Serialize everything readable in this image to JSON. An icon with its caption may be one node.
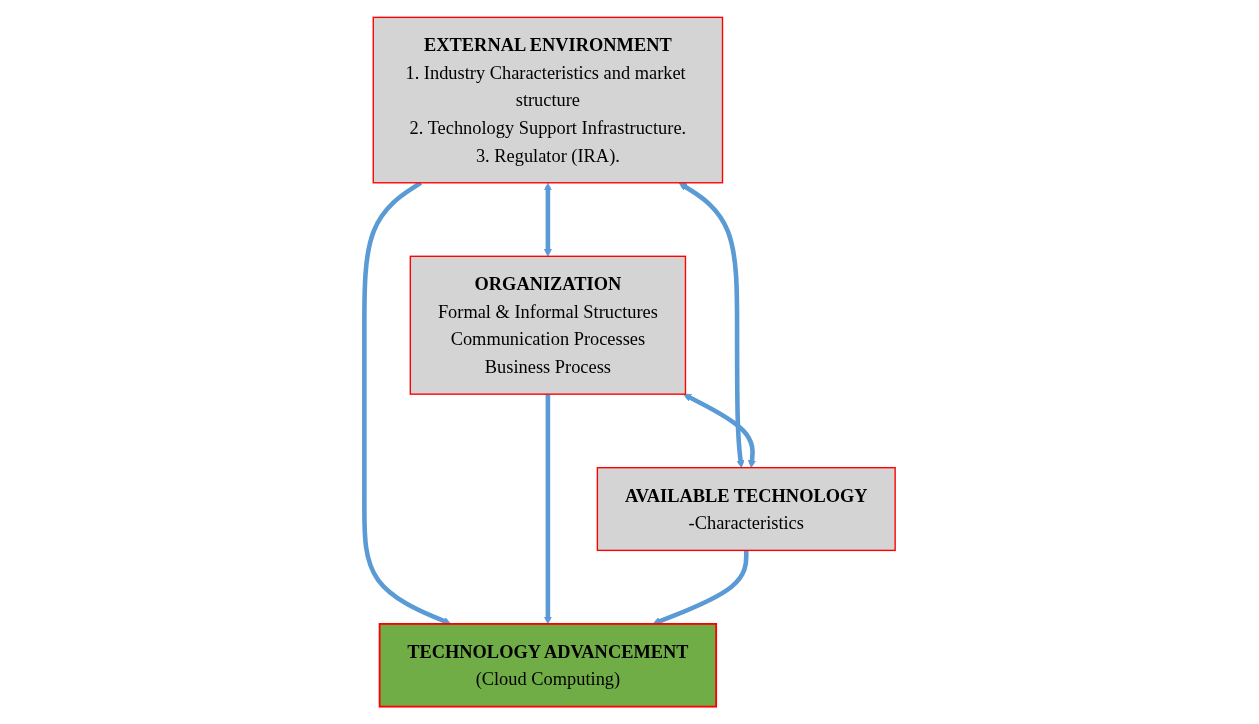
{
  "diagram": {
    "nodes": [
      {
        "text": [
          "EXTERNAL ENVIRONMENT",
          "1. Industry Characteristics and market structure",
          "2. Technology Support Infrastructure.",
          "3. Regulator (IRA)."
        ]
      },
      {
        "text": [
          "ORGANIZATION",
          "Formal & Informal Structures",
          "Communication Processes",
          "Business Process"
        ]
      },
      {
        "text": [
          "TECHNOLOGY ADVANCEMENT",
          "(Cloud Computing)"
        ]
      },
      {
        "text": [
          "AVAILABLE TECHNOLOGY",
          "-Characteristics"
        ]
      }
    ],
    "edges": [
      {
        "from": 0,
        "to": 1,
        "arrow": "both"
      },
      {
        "from": 0,
        "to": 2,
        "arrow": "to"
      },
      {
        "from": 1,
        "to": 2,
        "arrow": "to"
      },
      {
        "from": 3,
        "to": 2,
        "arrow": "to"
      },
      {
        "from": 0,
        "to": 3,
        "arrow": "both"
      },
      {
        "from": 1,
        "to": 3,
        "arrow": "both"
      }
    ]
  }
}
